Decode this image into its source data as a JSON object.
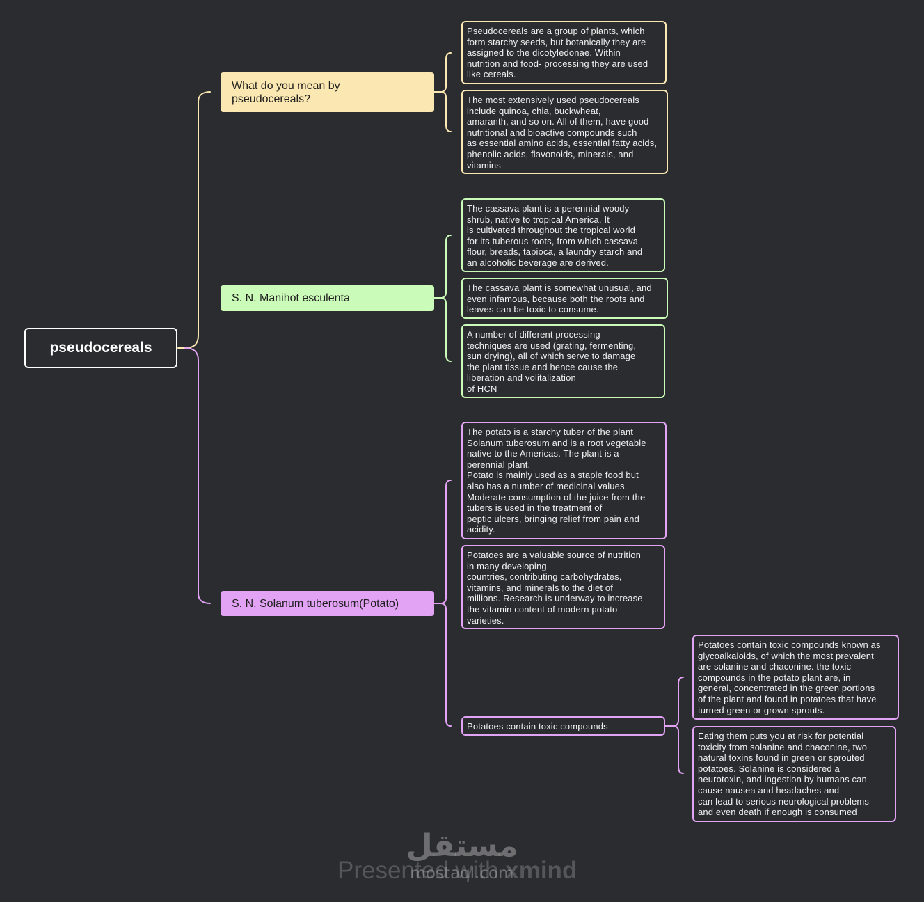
{
  "colors": {
    "background": "#2b2c30",
    "yellow": "#fbe7b1",
    "green": "#cbfbb8",
    "purple": "#e3a3f5",
    "root_border": "#ffffff"
  },
  "root": {
    "label": "pseudocereals"
  },
  "branches": [
    {
      "lines": [
        "What do you mean by",
        "pseudocereals?"
      ],
      "leaves": [
        {
          "lines": [
            "Pseudocereals are a group of plants, which",
            "form starchy seeds, but botanically they are",
            "assigned to the dicotyledonae. Within",
            "nutrition and food- processing they are used",
            "like cereals."
          ]
        },
        {
          "lines": [
            "The most extensively used pseudocereals",
            "include quinoa, chia, buckwheat,",
            "amaranth, and so on. All of them, have good",
            "nutritional and bioactive compounds such",
            "as essential amino acids, essential fatty acids,",
            "phenolic acids, flavonoids, minerals, and",
            "vitamins"
          ]
        }
      ]
    },
    {
      "lines": [
        "S. N. Manihot esculenta"
      ],
      "leaves": [
        {
          "lines": [
            "The cassava plant is a perennial woody",
            "shrub, native to tropical America, It",
            "is cultivated throughout the tropical world",
            "for its tuberous roots, from which cassava",
            "flour, breads, tapioca, a laundry starch and",
            "an alcoholic beverage are derived."
          ]
        },
        {
          "lines": [
            "The cassava plant is somewhat unusual, and",
            "even infamous, because both the roots and",
            "leaves can be toxic to consume."
          ]
        },
        {
          "lines": [
            "A number of different processing",
            "techniques are used (grating, fermenting,",
            "sun drying), all of which serve to damage",
            "the plant tissue and hence cause the",
            "liberation and volitalization",
            "of HCN"
          ]
        }
      ]
    },
    {
      "lines": [
        "S. N. Solanum tuberosum(Potato)"
      ],
      "leaves": [
        {
          "lines": [
            "The potato is a starchy tuber of the plant",
            "Solanum tuberosum and is a root vegetable",
            "native to the Americas. The plant is a",
            "perennial plant.",
            "Potato is mainly used as a staple food but",
            "also has a number of medicinal values.",
            "Moderate consumption of the juice from the",
            "tubers is used in the treatment of",
            "peptic ulcers, bringing relief from pain and",
            "acidity."
          ]
        },
        {
          "lines": [
            "Potatoes are a valuable source of nutrition",
            "in many developing",
            "countries, contributing carbohydrates,",
            "vitamins, and minerals to the diet of",
            "millions. Research is underway to increase",
            "the vitamin content of modern potato",
            "varieties."
          ]
        },
        {
          "lines": [
            "Potatoes contain toxic compounds"
          ],
          "leaves": [
            {
              "lines": [
                "Potatoes contain toxic compounds known as",
                "glycoalkaloids, of which the most prevalent",
                "are solanine and chaconine. the toxic",
                "compounds in the potato plant are, in",
                "general, concentrated in the green portions",
                "of the plant and found in potatoes that have",
                "turned green or grown sprouts."
              ]
            },
            {
              "lines": [
                "Eating them puts you at risk for potential",
                "toxicity from solanine and chaconine, two",
                "natural toxins found in green or sprouted",
                "potatoes. Solanine is considered a",
                "neurotoxin, and ingestion by humans can",
                "cause nausea and headaches and",
                "can lead to serious neurological problems",
                "and even death if enough is consumed"
              ]
            }
          ]
        }
      ]
    }
  ],
  "watermark": {
    "presented": "Presented with ",
    "brand": "xmind",
    "arabic": "مستقل",
    "site": "mostaql.com"
  }
}
